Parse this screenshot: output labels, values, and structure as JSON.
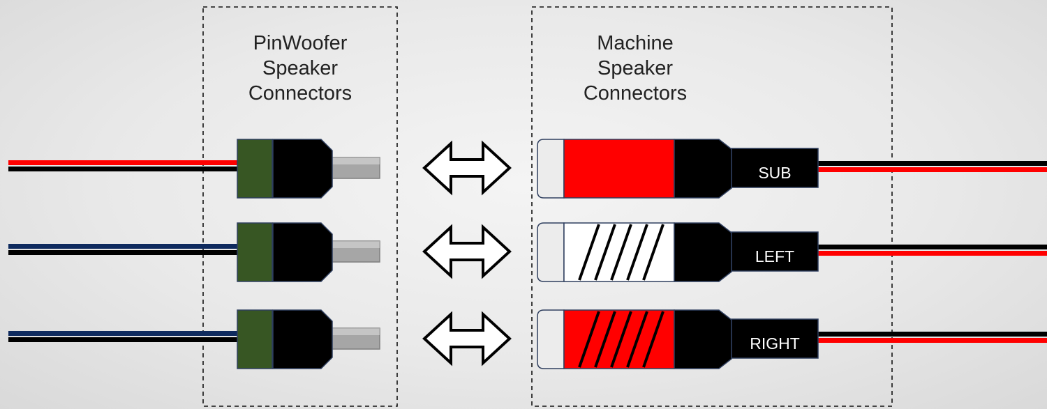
{
  "colors": {
    "wire_red": "#ff0000",
    "wire_black": "#000000",
    "wire_blue": "#0e2a5e",
    "connector_green": "#375623",
    "connector_black": "#000000",
    "pin_gray": "#a6a6a6",
    "sleeve_red": "#ff0000",
    "sleeve_white": "#ffffff",
    "border": "#2f3f5f"
  },
  "groups": {
    "pinwoofer": {
      "title_lines": [
        "PinWoofer",
        "Speaker",
        "Connectors"
      ]
    },
    "machine": {
      "title_lines": [
        "Machine",
        "Speaker",
        "Connectors"
      ]
    }
  },
  "connectors": [
    {
      "label": "SUB",
      "left_wire": "red",
      "sleeve": "red",
      "stripes": false
    },
    {
      "label": "LEFT",
      "left_wire": "blue",
      "sleeve": "white",
      "stripes": true
    },
    {
      "label": "RIGHT",
      "left_wire": "blue",
      "sleeve": "red",
      "stripes": true
    }
  ],
  "icons": {
    "arrow": "double-headed-arrow-icon"
  }
}
